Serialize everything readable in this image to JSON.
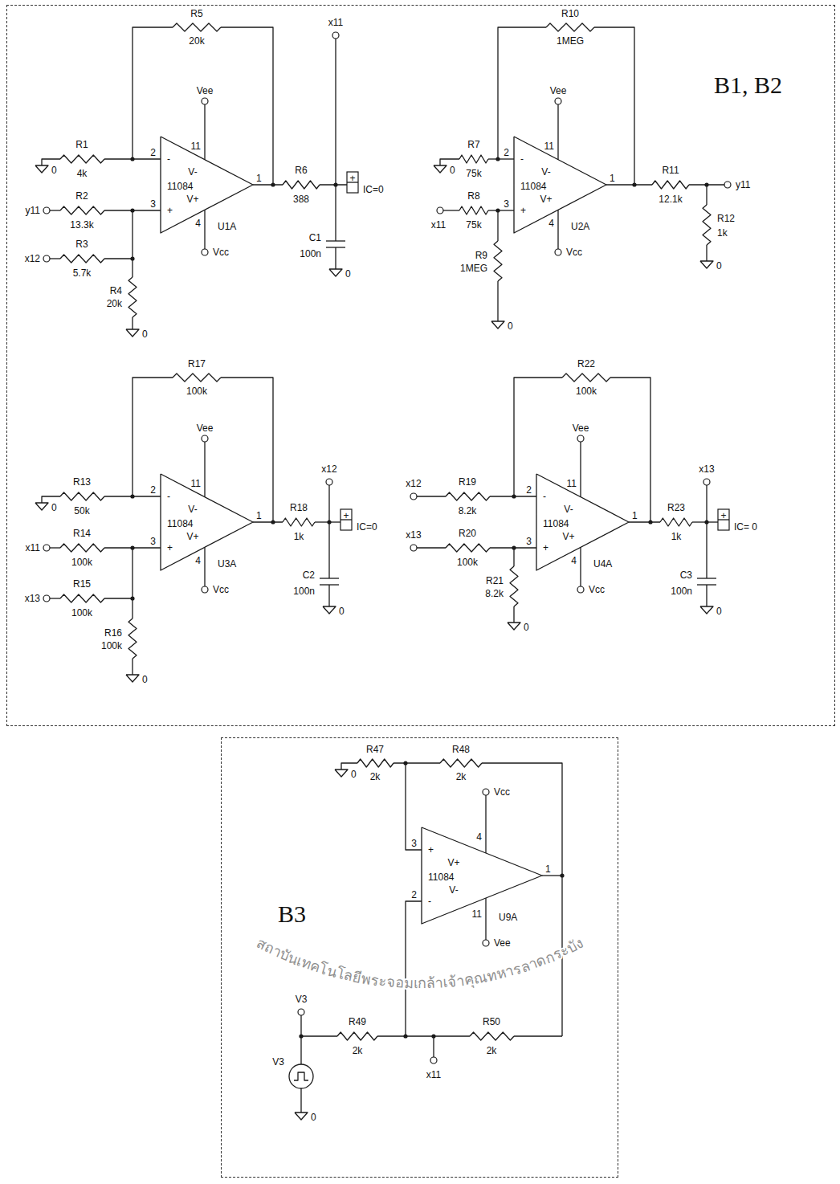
{
  "diagram": {
    "nodes": [
      {
        "text": [
          "B1, B2"
        ]
      },
      {
        "text": [
          "B3"
        ]
      }
    ],
    "labels": [
      "11084",
      "U1A",
      "2",
      "-",
      "3",
      "+",
      "1",
      "11",
      "4",
      "V-",
      "V+",
      "Vee",
      "Vcc",
      "R5",
      "20k",
      "R1",
      "4k",
      "0",
      "R2",
      "13.3k",
      "y11",
      "R3",
      "5.7k",
      "x12",
      "R4",
      "20k",
      "0",
      "R6",
      "388",
      "x11",
      "+",
      "IC=0",
      "C1",
      "100n",
      "0",
      "11084",
      "U2A",
      "2",
      "-",
      "3",
      "+",
      "1",
      "11",
      "4",
      "V-",
      "V+",
      "Vee",
      "Vcc",
      "R10",
      "1MEG",
      "R7",
      "75k",
      "0",
      "R8",
      "75k",
      "x11",
      "R9",
      "1MEG",
      "0",
      "R11",
      "12.1k",
      "y11",
      "R12",
      "1k",
      "0",
      "11084",
      "U3A",
      "2",
      "-",
      "3",
      "+",
      "1",
      "11",
      "4",
      "V-",
      "V+",
      "Vee",
      "Vcc",
      "R17",
      "100k",
      "R13",
      "50k",
      "0",
      "R14",
      "100k",
      "x11",
      "R15",
      "100k",
      "x13",
      "R16",
      "100k",
      "0",
      "R18",
      "1k",
      "x12",
      "+",
      "IC=0",
      "C2",
      "100n",
      "0",
      "11084",
      "U4A",
      "2",
      "-",
      "3",
      "+",
      "1",
      "11",
      "4",
      "V-",
      "V+",
      "Vee",
      "Vcc",
      "R22",
      "100k",
      "R19",
      "8.2k",
      "x12",
      "R20",
      "100k",
      "x13",
      "R21",
      "8.2k",
      "0",
      "R23",
      "1k",
      "x13",
      "+",
      "IC= 0",
      "C3",
      "100n",
      "0",
      "11084",
      "U9A",
      "3",
      "+",
      "2",
      "-",
      "1",
      "4",
      "11",
      "V+",
      "V-",
      "Vcc",
      "Vee",
      "R47",
      "2k",
      "0",
      "R48",
      "2k",
      "V3",
      "R49",
      "2k",
      "x11",
      "R50",
      "2k",
      "V3",
      "0",
      "สถาบันเทคโนโลยีพระจอมเกล้าเจ้าคุณทหารลาดกระบัง"
    ]
  }
}
